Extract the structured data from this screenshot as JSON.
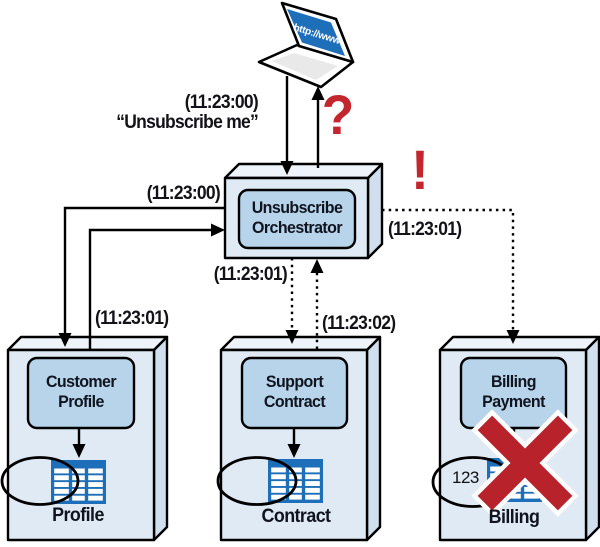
{
  "colors": {
    "box_front": "#dfeaf4",
    "box_top": "#eef4fa",
    "box_side": "#cfdfed",
    "panel_fill": "#b7d4ea",
    "table_blue": "#1e6fba",
    "screen_blue": "#1e6fba",
    "alert_red": "#c3262c",
    "cross_red": "#b8232b",
    "line_black": "#000000"
  },
  "laptop": {
    "screen_url": "http://www"
  },
  "flows": {
    "request": {
      "time": "(11:23:00)",
      "message": "“Unsubscribe me”"
    },
    "response_status": "?",
    "profile": {
      "out_time": "(11:23:00)",
      "back_time": "(11:23:01)"
    },
    "contract": {
      "out_time": "(11:23:01)",
      "back_time": "(11:23:02)"
    },
    "billing": {
      "out_time": "(11:23:01)",
      "alert": "!"
    }
  },
  "orchestrator": {
    "label": "Unsubscribe\nOrchestrator"
  },
  "services": [
    {
      "label": "Customer\nProfile",
      "db_label": "Profile"
    },
    {
      "label": "Support\nContract",
      "db_label": "Contract"
    },
    {
      "label": "Billing\nPayment",
      "db_label": "Billing",
      "db_value": "123"
    }
  ]
}
